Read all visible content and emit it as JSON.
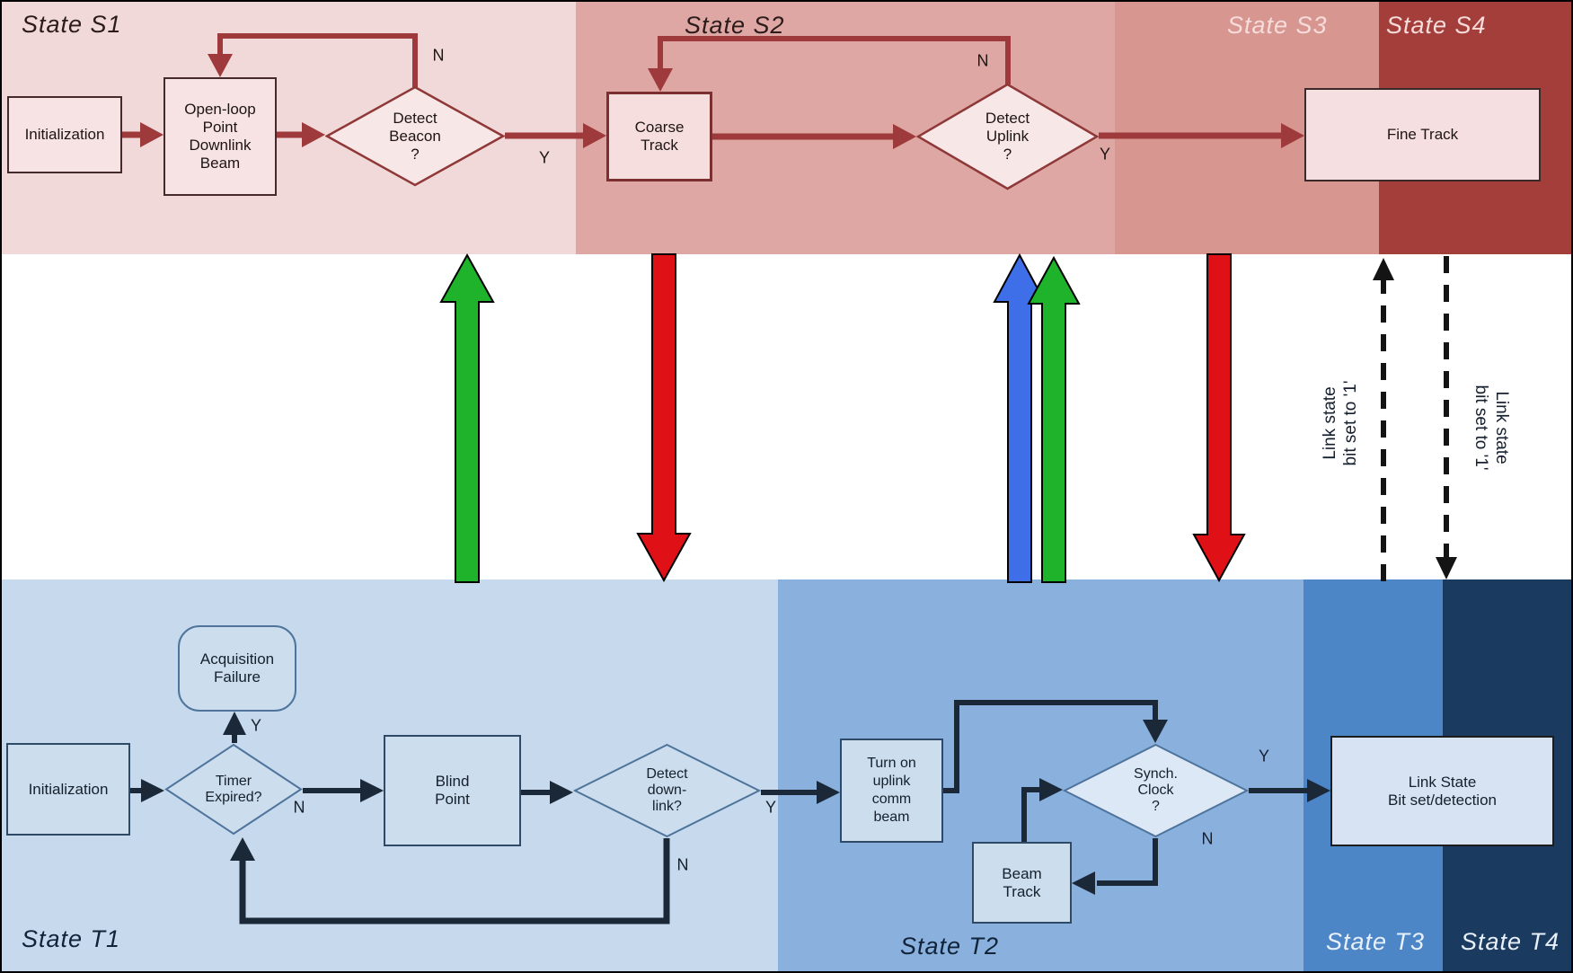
{
  "bands": {
    "top": [
      {
        "id": "S1",
        "label": "State S1",
        "color": "#f2d9d9"
      },
      {
        "id": "S2",
        "label": "State S2",
        "color": "#dfa7a4"
      },
      {
        "id": "S3",
        "label": "State S3",
        "color": "#d89691"
      },
      {
        "id": "S4",
        "label": "State S4",
        "color": "#a43e3a"
      }
    ],
    "bottom": [
      {
        "id": "T1",
        "label": "State T1",
        "color": "#c7d9ec"
      },
      {
        "id": "T2",
        "label": "State T2",
        "color": "#8ab1de"
      },
      {
        "id": "T3",
        "label": "State T3",
        "color": "#4d86c6"
      },
      {
        "id": "T4",
        "label": "State T4",
        "color": "#1b3a60"
      }
    ]
  },
  "top_flow": {
    "initialization": "Initialization",
    "open_loop": "Open-loop\nPoint\nDownlink\nBeam",
    "detect_beacon": "Detect\nBeacon\n?",
    "beacon_no": "N",
    "beacon_yes": "Y",
    "coarse_track": "Coarse\nTrack",
    "detect_uplink": "Detect\nUplink\n?",
    "uplink_no": "N",
    "uplink_yes": "Y",
    "fine_track": "Fine Track"
  },
  "bottom_flow": {
    "initialization": "Initialization",
    "timer_expired": "Timer\nExpired?",
    "timer_yes": "Y",
    "timer_no": "N",
    "acquisition_failure": "Acquisition\nFailure",
    "blind_point": "Blind\nPoint",
    "detect_downlink": "Detect\ndown-\nlink?",
    "downlink_yes": "Y",
    "downlink_no": "N",
    "turn_on_uplink": "Turn on\nuplink\ncomm\nbeam",
    "synch_clock": "Synch.\nClock\n?",
    "synch_yes": "Y",
    "synch_no": "N",
    "beam_track": "Beam\nTrack",
    "link_state": "Link State\nBit set/detection"
  },
  "transitions": {
    "link_state_up_label": "Link state\nbit set to '1'",
    "link_state_down_label": "Link state\nbit set to '1'",
    "colors": {
      "success_green": "#1fb32c",
      "fail_red": "#e01116",
      "uplink_blue": "#3e6ee8",
      "top_connector": "#9e393c",
      "bottom_connector": "#1b2838",
      "dashed": "#141414"
    }
  }
}
